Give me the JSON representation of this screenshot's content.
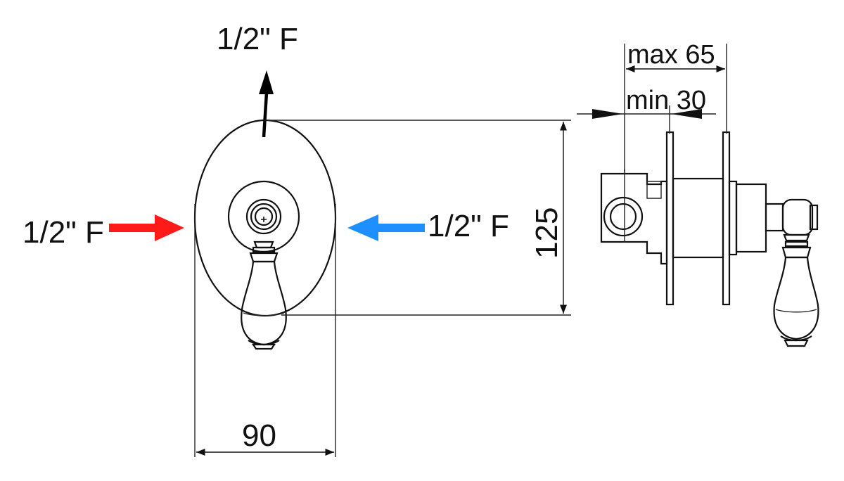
{
  "labels": {
    "top_outlet": "1/2\" F",
    "hot_inlet": "1/2\" F",
    "cold_inlet": "1/2\" F",
    "height_dim": "125",
    "width_dim": "90",
    "depth_max": "max 65",
    "depth_min": "min 30"
  },
  "colors": {
    "hot_arrow": "#ff1a1a",
    "cold_arrow": "#1e8fff",
    "outlet_arrow": "#000000"
  }
}
